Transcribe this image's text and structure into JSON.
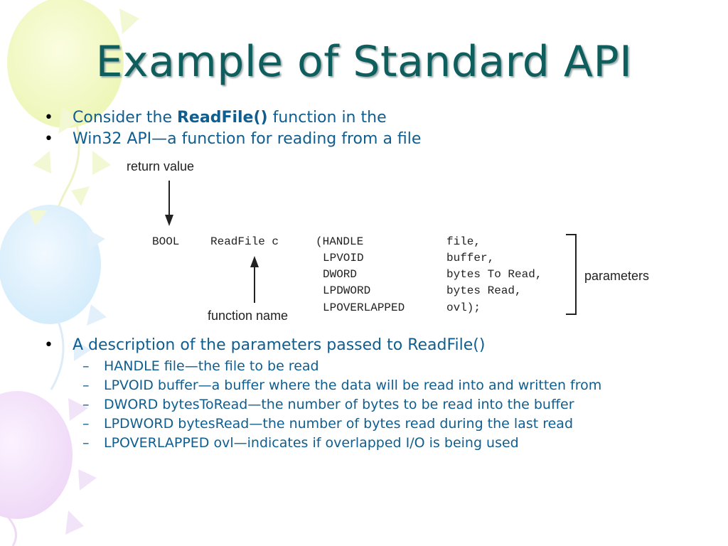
{
  "slide": {
    "title": "Example of Standard API",
    "intro": {
      "prefix": "Consider the ",
      "bold": "ReadFile()",
      "suffix": " function in the",
      "line2": "Win32 API—a function for reading from a file"
    },
    "bullet_marker": "•",
    "dash_marker": "–",
    "figure": {
      "return_label": "return value",
      "function_label": "function name",
      "params_label": "parameters",
      "ret_type": "BOOL",
      "func": "ReadFile c",
      "types": [
        "(HANDLE",
        "LPVOID",
        "DWORD",
        "LPDWORD",
        "LPOVERLAPPED"
      ],
      "names": [
        "file,",
        "buffer,",
        "bytes To Read,",
        "bytes Read,",
        "ovl);"
      ]
    },
    "description": {
      "heading": "A description of the parameters passed to ReadFile()",
      "items": [
        "HANDLE file—the file to be read",
        "LPVOID buffer—a buffer where the data will be read into and written from",
        "DWORD bytesToRead—the number of bytes to be read into the buffer",
        "LPDWORD bytesRead—the number of bytes read during the last read",
        "LPOVERLAPPED ovl—indicates if overlapped I/O is being used"
      ]
    }
  }
}
